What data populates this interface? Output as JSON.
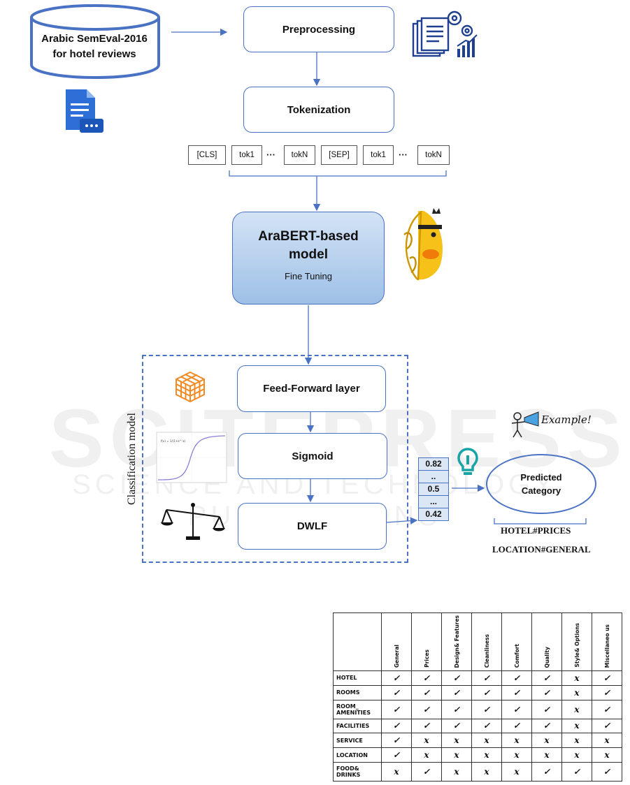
{
  "dataset": {
    "line1": "Arabic SemEval-2016",
    "line2": "for hotel reviews"
  },
  "steps": {
    "preprocessing": "Preprocessing",
    "tokenization": "Tokenization",
    "feed_forward": "Feed-Forward layer",
    "sigmoid": "Sigmoid",
    "dwlf": "DWLF"
  },
  "tokens": [
    "[CLS]",
    "tok1",
    "tokN",
    "[SEP]",
    "tok1",
    "tokN"
  ],
  "token_ellipsis": "···",
  "arabert": {
    "title_line1": "AraBERT-based",
    "title_line2": "model",
    "subtitle": "Fine Tuning"
  },
  "classification_label": "Classification model",
  "probabilities": [
    "0.82",
    "..",
    "0.5",
    "...",
    "0.42"
  ],
  "example_label": "Example!",
  "predicted": {
    "line1": "Predicted",
    "line2": "Category"
  },
  "outputs": [
    "HOTEL#PRICES",
    "LOCATION#GENERAL"
  ],
  "watermark": {
    "main": "SCITEPRESS",
    "sub": "SCIENCE AND TECHNOLOGY PUBLICATIONS"
  },
  "sigmoid_formula": "f(x) = 1/(1+e^-x)",
  "table": {
    "columns": [
      "General",
      "Prices",
      "Design& Features",
      "Cleanliness",
      "Comfort",
      "Quality",
      "Style& Options",
      "Miscellaneo us"
    ],
    "rows": [
      {
        "entity": "HOTEL",
        "marks": [
          "✓",
          "✓",
          "✓",
          "✓",
          "✓",
          "✓",
          "x",
          "✓"
        ]
      },
      {
        "entity": "ROOMS",
        "marks": [
          "✓",
          "✓",
          "✓",
          "✓",
          "✓",
          "✓",
          "x",
          "✓"
        ]
      },
      {
        "entity": "ROOM_ AMENITIES",
        "marks": [
          "✓",
          "✓",
          "✓",
          "✓",
          "✓",
          "✓",
          "x",
          "✓"
        ]
      },
      {
        "entity": "FACILITIES",
        "marks": [
          "✓",
          "✓",
          "✓",
          "✓",
          "✓",
          "✓",
          "x",
          "✓"
        ]
      },
      {
        "entity": "SERVICE",
        "marks": [
          "✓",
          "x",
          "x",
          "x",
          "x",
          "x",
          "x",
          "x"
        ]
      },
      {
        "entity": "LOCATION",
        "marks": [
          "✓",
          "x",
          "x",
          "x",
          "x",
          "x",
          "x",
          "x"
        ]
      },
      {
        "entity": "FOOD& DRINKS",
        "marks": [
          "x",
          "✓",
          "x",
          "x",
          "x",
          "✓",
          "✓",
          "✓"
        ]
      }
    ]
  },
  "colors": {
    "accent": "#4a72c4",
    "arabert_fill": "#9ec0e6",
    "icon_blue": "#2d6fd6",
    "prob_fill": "#dbe7f5"
  }
}
